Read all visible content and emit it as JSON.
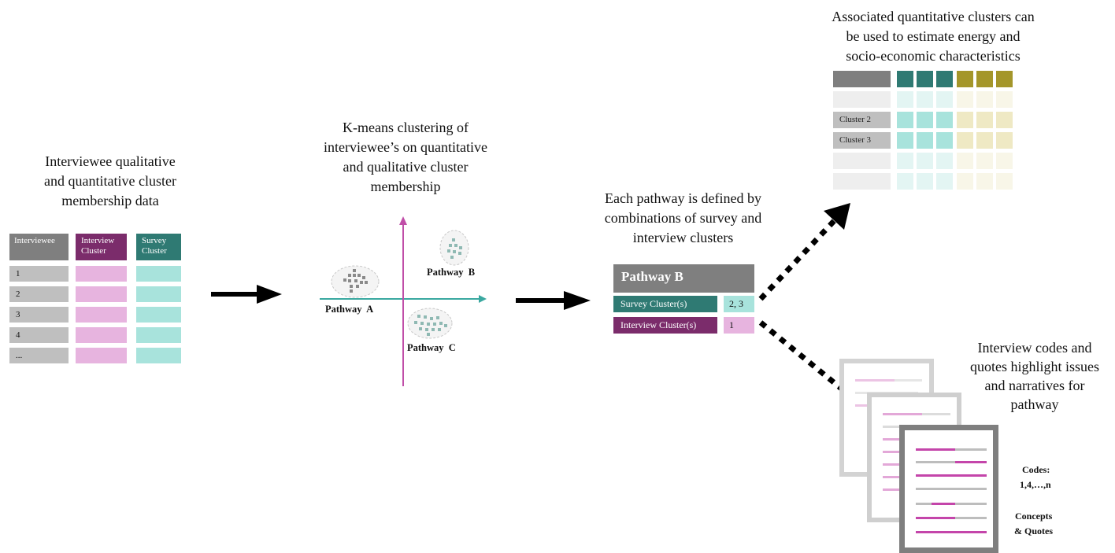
{
  "step1": {
    "caption": [
      "Interviewee qualitative",
      "and quantitative cluster",
      "membership data"
    ],
    "table": {
      "headers": [
        "Interviewee",
        "Interview Cluster",
        "Survey Cluster"
      ],
      "rows": [
        "1",
        "2",
        "3",
        "4",
        "..."
      ]
    }
  },
  "step2": {
    "caption": [
      "K-means clustering of",
      "interviewee’s on quantitative",
      "and qualitative cluster",
      "membership"
    ],
    "labels": {
      "a": "Pathway  A",
      "b": "Pathway  B",
      "c": "Pathway  C"
    }
  },
  "step3": {
    "caption": [
      "Each pathway is defined by",
      "combinations of survey and",
      "interview  clusters"
    ],
    "box": {
      "title": "Pathway B",
      "survey_label": "Survey Cluster(s)",
      "survey_value": "2, 3",
      "interview_label": "Interview Cluster(s)",
      "interview_value": "1"
    }
  },
  "step4": {
    "caption": [
      "Associated quantitative  clusters can",
      "be used to estimate energy and",
      "socio-economic characteristics"
    ],
    "rows": [
      "Cluster 2",
      "Cluster 3"
    ]
  },
  "step5": {
    "caption": [
      "Interview  codes and",
      "quotes highlight  issues",
      "and narratives for",
      "pathway"
    ],
    "codes_label": "Codes:",
    "codes_value": "1,4,…,n",
    "concepts_label": "Concepts",
    "quotes_label": "& Quotes"
  },
  "colors": {
    "gray": "#7f7f7f",
    "light_gray": "#bfbfbf",
    "purple": "#7b2c6b",
    "pink": "#e7b4df",
    "teal": "#2f7a73",
    "light_teal": "#a8e3dc",
    "olive": "#a4962a",
    "light_olive": "#efe9c4",
    "axis_teal": "#3aa8a0",
    "axis_purple": "#c04ea8",
    "magenta_line": "#c445aa"
  }
}
